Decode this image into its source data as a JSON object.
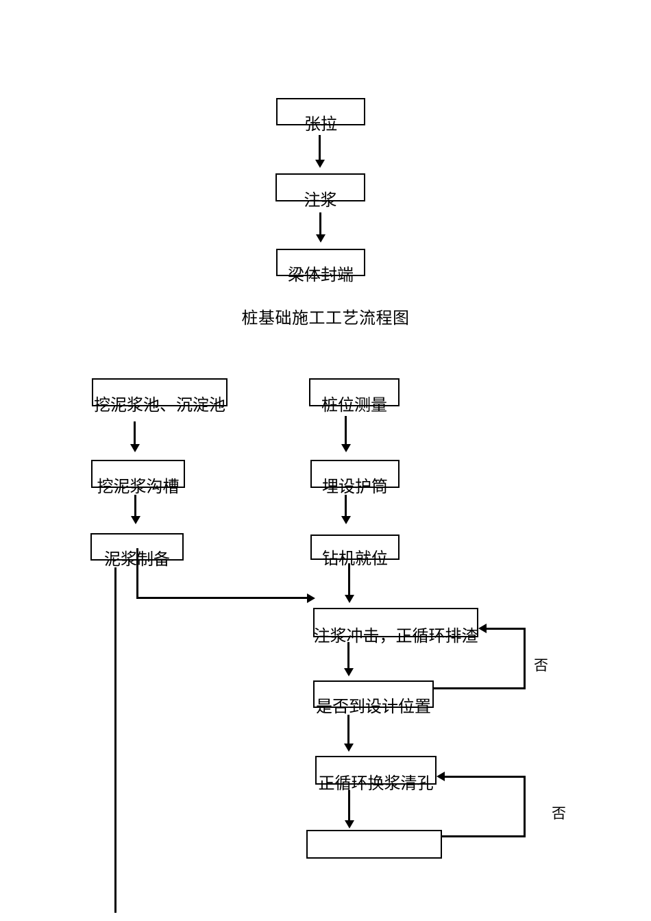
{
  "page": {
    "background_color": "#ffffff",
    "ink_color": "#000000"
  },
  "beam_flow": {
    "nodes": [
      {
        "label": "张拉"
      },
      {
        "label": "注浆"
      },
      {
        "label": "梁体封端"
      }
    ]
  },
  "title": {
    "text": "桩基础施工工艺流程图"
  },
  "pile_flow": {
    "left_branch": [
      {
        "label": "挖泥浆池、沉淀池"
      },
      {
        "label": "挖泥浆沟槽"
      },
      {
        "label": "泥浆制备"
      }
    ],
    "right_branch": [
      {
        "label": "桩位测量"
      },
      {
        "label": "埋设护筒"
      },
      {
        "label": "钻机就位"
      },
      {
        "label": "注浆冲击，正循环排渣"
      },
      {
        "label": "是否到设计位置"
      },
      {
        "label": "正循环换浆清孔"
      },
      {
        "label": ""
      }
    ],
    "decision_no_labels": [
      {
        "text": "否"
      },
      {
        "text": "否"
      }
    ]
  }
}
